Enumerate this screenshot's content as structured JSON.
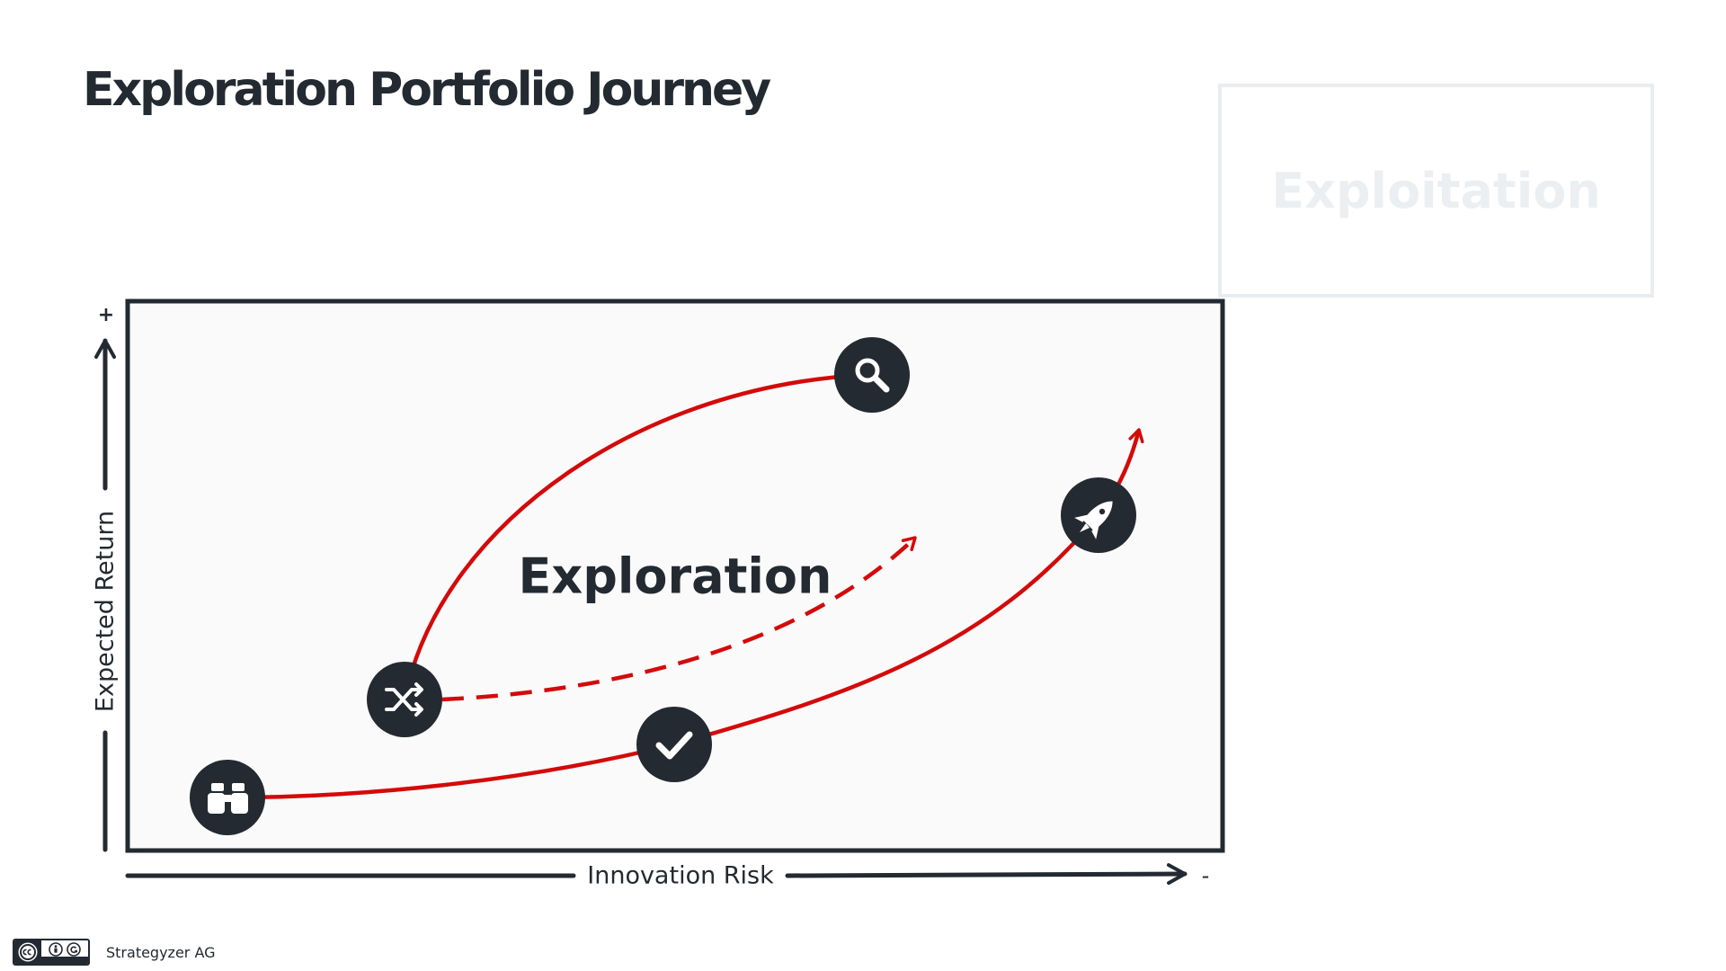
{
  "title": "Exploration Portfolio Journey",
  "ghost_box": {
    "label": "Exploitation"
  },
  "diagram": {
    "center_label": "Exploration",
    "x_axis": {
      "label": "Innovation Risk",
      "end_symbol": "-"
    },
    "y_axis": {
      "label": "Expected Return",
      "end_symbol": "+"
    },
    "nodes": [
      {
        "id": "discover",
        "icon": "binoculars-icon"
      },
      {
        "id": "pivot",
        "icon": "shuffle-icon"
      },
      {
        "id": "validate",
        "icon": "checkmark-icon"
      },
      {
        "id": "search",
        "icon": "magnifier-icon"
      },
      {
        "id": "accelerate",
        "icon": "rocket-icon"
      }
    ]
  },
  "colors": {
    "dark": "#232a31",
    "accent": "#d40a0a",
    "panel": "#fafafa",
    "ghost": "#e9edf0"
  },
  "footer": {
    "org": "Strategyzer AG"
  }
}
